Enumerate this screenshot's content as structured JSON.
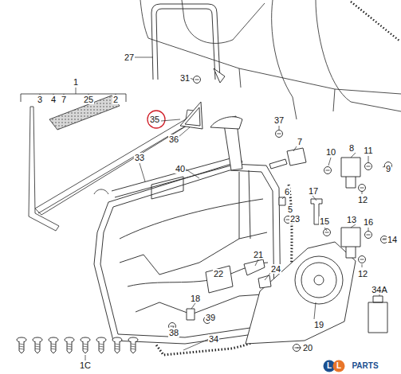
{
  "diagram": {
    "labels": [
      "1",
      "3",
      "4",
      "7",
      "25",
      "2",
      "35",
      "36",
      "33",
      "40",
      "27",
      "31",
      "37",
      "7",
      "10",
      "8",
      "11",
      "9",
      "12",
      "17",
      "6",
      "5",
      "23",
      "13",
      "16",
      "15",
      "14",
      "12",
      "21",
      "22",
      "24",
      "18",
      "38",
      "39",
      "34",
      "19",
      "20",
      "34A",
      "1C",
      "L",
      "L",
      "PARTS"
    ]
  }
}
